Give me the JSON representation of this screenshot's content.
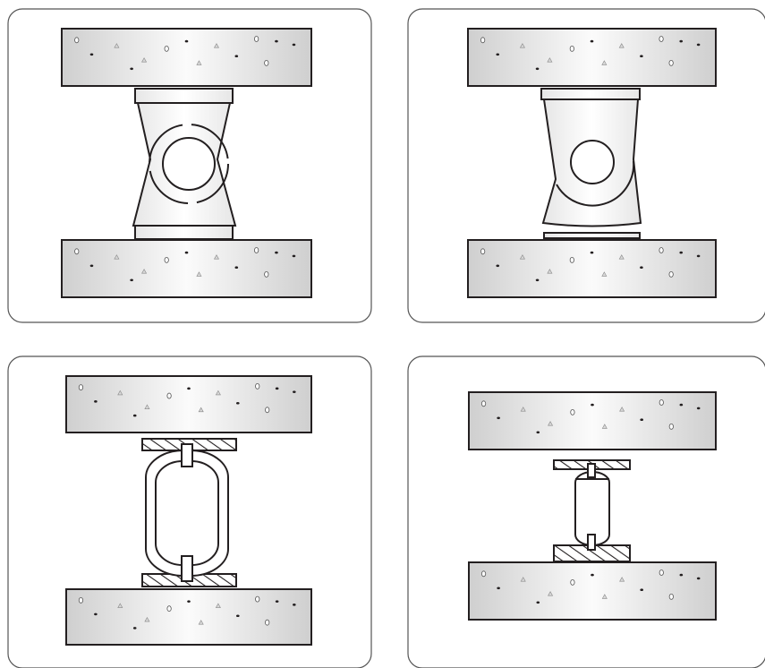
{
  "figure": {
    "panels": [
      {
        "id": "a",
        "type": "elastomeric-cylinder-mount",
        "state": "neutral"
      },
      {
        "id": "b",
        "type": "elastomeric-cylinder-mount",
        "state": "deflected"
      },
      {
        "id": "c",
        "type": "link-mount",
        "state": "extended"
      },
      {
        "id": "d",
        "type": "link-mount",
        "state": "compressed"
      }
    ],
    "colors": {
      "stroke": "#231f20",
      "frame": "#555555",
      "concrete_light": "#fbfbfb",
      "concrete_dark": "#cfcfcf",
      "hatch": "#231f20"
    }
  }
}
